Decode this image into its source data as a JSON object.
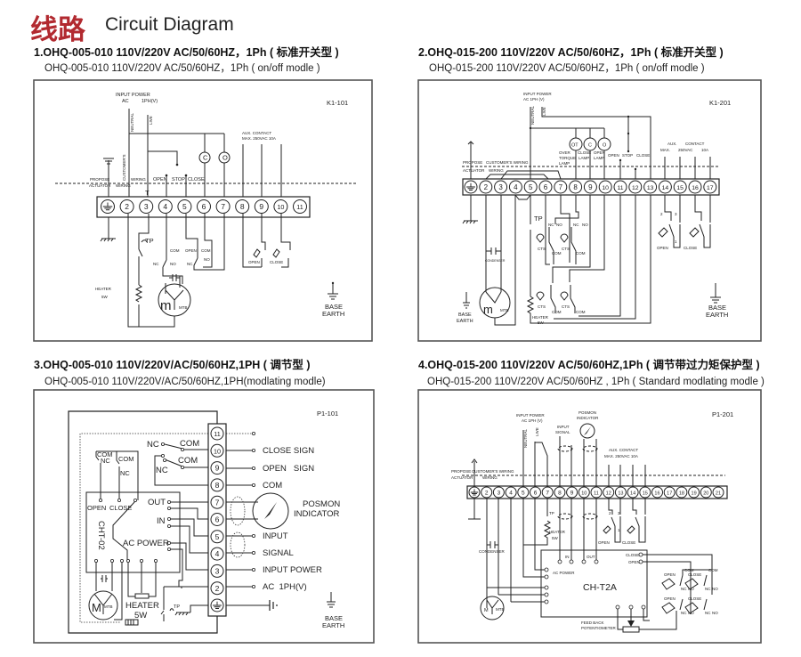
{
  "header": {
    "title_cn": "线路",
    "title_en": "Circuit Diagram",
    "title_color": "#b22a30"
  },
  "panels": [
    {
      "heading": "1.OHQ-005-010 110V/220V AC/50/60HZ，1Ph ( 标准开关型 )",
      "subheading": "OHQ-005-010 110V/220V AC/50/60HZ，1Ph ( on/off modle )",
      "code": "K1-101",
      "terminals": [
        "2",
        "3",
        "4",
        "5",
        "6",
        "7",
        "8",
        "9",
        "10",
        "11"
      ],
      "labels": {
        "input_power": "INPUT POWER",
        "ac": "AC",
        "phase": "1PH(V)",
        "neutral": "NEUTRAL",
        "live": "LIVE",
        "lamp_c": "C",
        "lamp_o": "O",
        "open": "OPEN",
        "stop": "STOP",
        "close": "CLOSE",
        "aux1": "AUX. CONTACT",
        "aux2": "MAX. 250VAC 10A",
        "propose": "PROPOSE",
        "actuator": "ACTUATOR",
        "customers": "CUSTOMER'S",
        "wiring": "WIRING",
        "t_mark": "T",
        "tp": "TP",
        "com": "COM",
        "nc": "NC",
        "no": "NO",
        "heater": "HEATER",
        "heater_w": "5W",
        "motor": "m",
        "mtb": "MTB",
        "base": "BASE",
        "earth": "EARTH"
      }
    },
    {
      "heading": "2.OHQ-015-200 110V/220V AC/50/60HZ，1Ph ( 标准开关型 )",
      "subheading": "OHQ-015-200 110V/220V AC/50/60HZ，1Ph ( on/off modle )",
      "code": "K1-201",
      "terminals": [
        "2",
        "3",
        "4",
        "5",
        "6",
        "7",
        "8",
        "9",
        "10",
        "11",
        "12",
        "13",
        "14",
        "15",
        "16",
        "17"
      ],
      "labels": {
        "input_power": "INPUT POWER",
        "ac_phase": "AC 1PH (V)",
        "neutral": "NEUTRAL",
        "live": "LIVE",
        "ot": "OT",
        "c": "C",
        "o": "O",
        "over": "OVER",
        "torque": "TORQUE",
        "lamp": "LAMP",
        "close": "CLOSE",
        "open": "OPEN",
        "stop": "STOP",
        "aux": "AUX.",
        "contact": "CONTACT",
        "max": "MAX.",
        "vac": "250VAC",
        "amp": "10A",
        "propose": "PROPOSE",
        "customers_wiring": "CUSTOMER'S WIRING",
        "actuator": "ACTUATOR",
        "wiring": "WIRING",
        "tp": "TP",
        "cts": "CTS",
        "nc": "NC",
        "no": "NO",
        "com": "COM",
        "n1": "1",
        "n2": "2",
        "n3": "3",
        "condenser": "CONDENSER",
        "heater": "HEATER",
        "heater_w": "5W",
        "motor": "m",
        "mtb": "MTB",
        "base": "BASE",
        "earth": "EARTH"
      }
    },
    {
      "heading": "3.OHQ-005-010 110V/220V/AC/50/60HZ,1PH ( 调节型 )",
      "subheading": "OHQ-005-010 110V/220V/AC/50/60HZ,1PH(modlating modle)",
      "code": "P1-101",
      "terminals": [
        "11",
        "10",
        "9",
        "8",
        "7",
        "6",
        "5",
        "4",
        "3",
        "2"
      ],
      "labels": {
        "nc": "NC",
        "com": "COM",
        "close_sign": "CLOSE SIGN",
        "open_sign": "OPEN   SIGN",
        "com_right": "COM",
        "open": "OPEN",
        "close": "CLOSE",
        "out": "OUT",
        "in": "IN",
        "ac_power": "AC POWER",
        "cht": "CHT-02",
        "posmon": "POSMON",
        "indicator": "INDICATOR",
        "input": "INPUT",
        "signal": "SIGNAL",
        "input_power": "INPUT POWER",
        "ac_1ph": "AC  1PH(V)",
        "heater": "HEATER",
        "heater_w": "5W",
        "tp": "TP",
        "motor": "M",
        "mtb": "MTB",
        "base": "BASE",
        "earth": "EARTH"
      }
    },
    {
      "heading": "4.OHQ-015-200 110V/220V AC/50/60HZ,1Ph ( 调节带过力矩保护型 )",
      "subheading": "OHQ-015-200 110V/220V AC/50/60HZ , 1Ph ( Standard modlating modle )",
      "code": "P1-201",
      "terminals": [
        "2",
        "3",
        "4",
        "5",
        "6",
        "7",
        "8",
        "9",
        "10",
        "11",
        "12",
        "13",
        "14",
        "15",
        "16",
        "17",
        "18",
        "19",
        "20",
        "21"
      ],
      "labels": {
        "input_power": "INPUT POWER",
        "ac_phase": "AC 1PH (V)",
        "neutral": "NEUTRAL",
        "live": "LIVE",
        "posmon": "POSMON",
        "indicator": "INDICATOR",
        "input": "INPUT",
        "signal": "SIGNAL",
        "aux1": "AUX. CONTACT",
        "aux2": "MAX. 250VAC 10A",
        "propose": "PROPOSE",
        "customers_wiring": "CUSTOMER'S WIRING",
        "actuator": "ACTUATOR",
        "wiring": "WIRING",
        "tp": "TP",
        "heater": "HEATER",
        "heater_w": "5W",
        "condenser": "CONDENSER",
        "in": "IN",
        "out": "OUT",
        "ac_power": "AC POWER",
        "close": "CLOSE",
        "open": "OPEN",
        "controller": "CH-T2A",
        "feedback": "FEED BACK",
        "potentiometer": "POTENTIOMETER",
        "com": "COM",
        "nc": "NC",
        "no": "NO",
        "motor": "M",
        "mtb": "MTB",
        "n1": "1",
        "n2": "2",
        "n3": "3"
      }
    }
  ]
}
